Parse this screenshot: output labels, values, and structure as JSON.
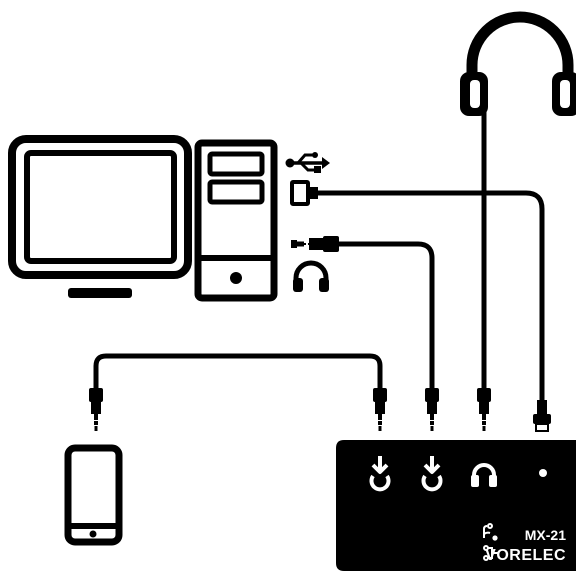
{
  "colors": {
    "ink": "#000000",
    "paper": "#ffffff"
  },
  "device": {
    "model": "MX-21",
    "brand": "VORELEC",
    "ports": [
      "audio-input-icon",
      "audio-input-icon",
      "headphones-icon",
      "usb-power-led"
    ]
  },
  "icons": [
    "computer-monitor-icon",
    "computer-tower-icon",
    "usb-icon",
    "usb-port-icon",
    "audio-jack-icon",
    "headphones-icon",
    "smartphone-icon"
  ]
}
